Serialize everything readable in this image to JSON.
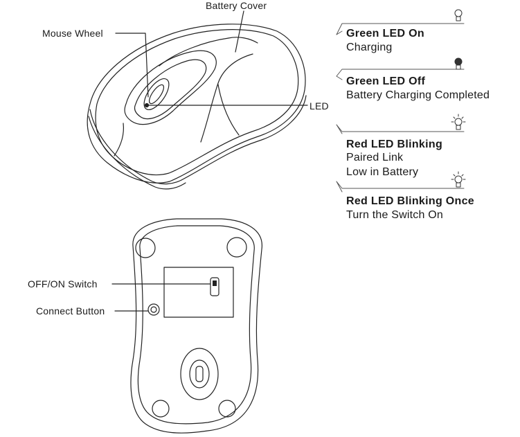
{
  "callouts": {
    "battery_cover": "Battery Cover",
    "mouse_wheel": "Mouse Wheel",
    "led": "LED",
    "off_on_switch": "OFF/ON Switch",
    "connect_button": "Connect Button"
  },
  "led_states": [
    {
      "title": "Green LED On",
      "lines": [
        "Charging"
      ],
      "icon": "bulb-off-icon"
    },
    {
      "title": "Green LED Off",
      "lines": [
        "Battery Charging Completed"
      ],
      "icon": "bulb-dark-icon"
    },
    {
      "title": "Red LED Blinking",
      "lines": [
        "Paired Link",
        "Low in Battery"
      ],
      "icon": "bulb-blinking-icon"
    },
    {
      "title": "Red LED Blinking Once",
      "lines": [
        "Turn the Switch On"
      ],
      "icon": "bulb-blinking-icon"
    }
  ]
}
